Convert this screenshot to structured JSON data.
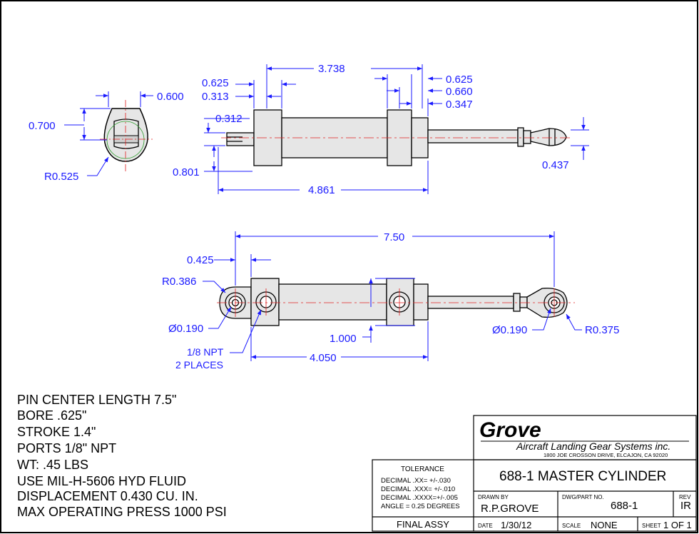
{
  "dimensions": {
    "d_0600": "0.600",
    "d_0700": "0.700",
    "d_r0525": "R0.525",
    "d_0625_left": "0.625",
    "d_0313": "0.313",
    "d_3738": "3.738",
    "d_0625_right": "0.625",
    "d_0660": "0.660",
    "d_0347": "0.347",
    "d_0312": "0.312",
    "d_0801": "0.801",
    "d_4861": "4.861",
    "d_0437": "0.437",
    "d_750": "7.50",
    "d_0425": "0.425",
    "d_r0386": "R0.386",
    "d_dia0190_left": "Ø0.190",
    "d_1000": "1.000",
    "d_npt_line1": "1/8 NPT",
    "d_npt_line2": "2 PLACES",
    "d_4050": "4.050",
    "d_dia0190_right": "Ø0.190",
    "d_r0375": "R0.375"
  },
  "specs": [
    "PIN CENTER LENGTH 7.5\"",
    "BORE .625\"",
    "STROKE 1.4\"",
    "PORTS 1/8\" NPT",
    "WT:  .45 LBS",
    "USE MIL-H-5606 HYD FLUID",
    "DISPLACEMENT 0.430 CU. IN.",
    "MAX OPERATING PRESS 1000 PSI"
  ],
  "title_block": {
    "company": "Grove",
    "company_full": "Aircraft Landing Gear Systems inc.",
    "address": "1800 JOE CROSSON DRIVE, ELCAJON, CA 92020",
    "tolerance_heading": "TOLERANCE",
    "tolerances": [
      "DECIMAL  .XX=  +/-.030",
      "DECIMAL  .XXX= +/-.010",
      "DECIMAL  .XXXX=+/-.005",
      "ANGLE = 0.25 DEGREES"
    ],
    "title": "688-1 MASTER CYLINDER",
    "drawn_by_label": "DRAWN BY",
    "drawn_by": "R.P.GROVE",
    "dwg_label": "DWG/PART NO.",
    "dwg_no": "688-1",
    "rev_label": "REV",
    "rev": "IR",
    "final_assy": "FINAL ASSY",
    "date_label": "DATE",
    "date": "1/30/12",
    "scale_label": "SCALE",
    "scale": "NONE",
    "sheet_label": "SHEET",
    "sheet": "1 OF 1"
  }
}
